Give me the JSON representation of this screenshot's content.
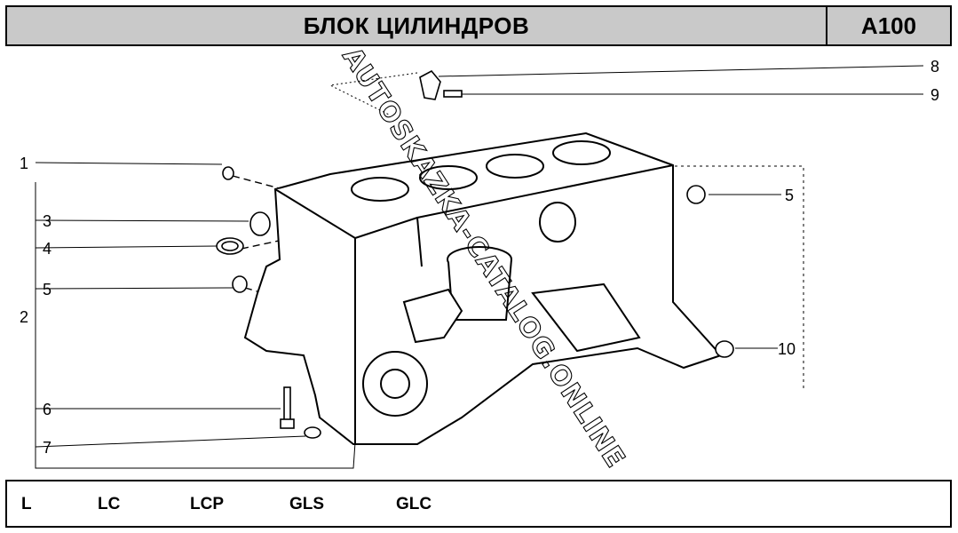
{
  "header": {
    "title": "БЛОК ЦИЛИНДРОВ",
    "code": "A100"
  },
  "callouts": [
    "1",
    "2",
    "3",
    "4",
    "5",
    "6",
    "7",
    "8",
    "9",
    "5",
    "10"
  ],
  "footer": {
    "models": [
      "L",
      "LC",
      "LCP",
      "GLS",
      "GLC"
    ]
  },
  "watermark": "AUTOSKAZKA-CATALOG.ONLINE"
}
